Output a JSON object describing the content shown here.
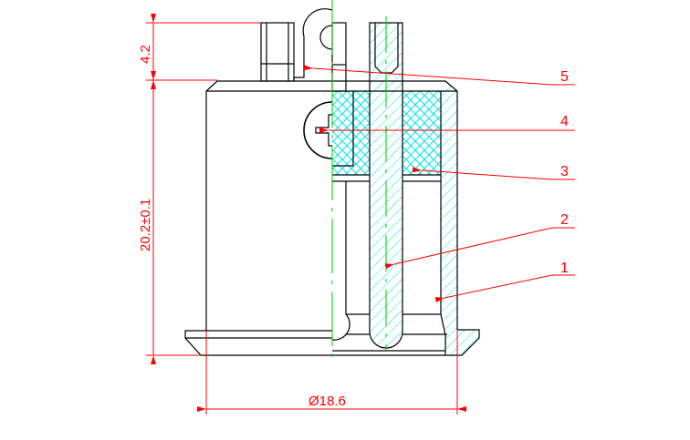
{
  "dimensions": {
    "pin_height": "4.2",
    "body_height": "20.2±0.1",
    "diameter": "Ø18.6"
  },
  "part_labels": [
    "5",
    "4",
    "3",
    "2",
    "1"
  ],
  "colors": {
    "outline": "#000000",
    "dimension": "#ff0000",
    "hatch": "#00e5ee",
    "centerline": "#00cc00"
  }
}
